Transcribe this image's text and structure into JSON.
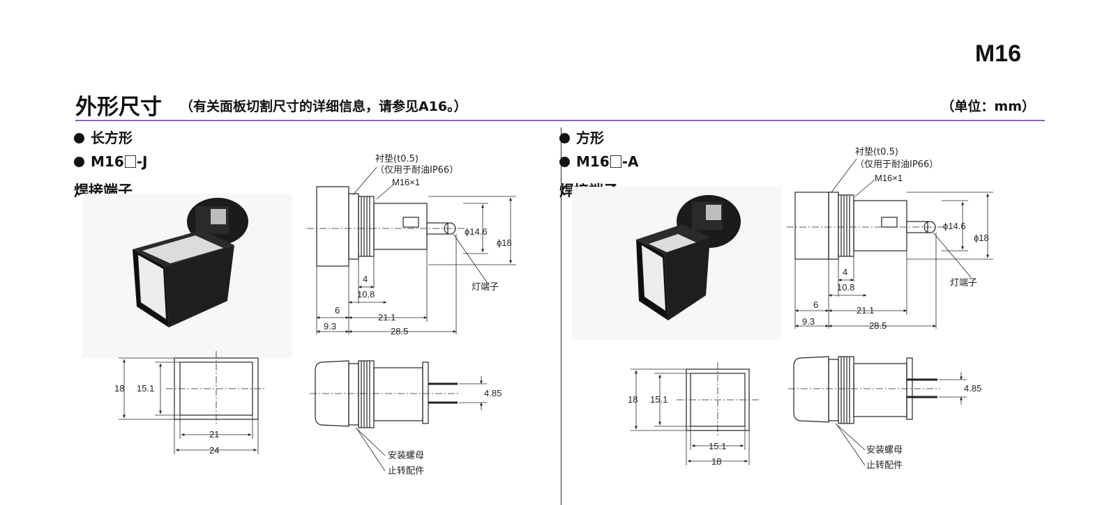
{
  "model": "M16",
  "section": {
    "title": "外形尺寸",
    "note": "（有关面板切割尺寸的详细信息，请参见A16。）",
    "unit": "（单位：mm）"
  },
  "left": {
    "shape": "长方形",
    "model_prefix": "M16",
    "model_suffix": "-J",
    "terminal": "焊接端子",
    "dims": {
      "d14_6": "ϕ14.6",
      "d18": "ϕ18",
      "d4": "4",
      "d10_8": "10.8",
      "d6": "6",
      "d21_1": "21.1",
      "d9_3": "9.3",
      "d28_5": "28.5",
      "front_h": "18",
      "front_h_inner": "15.1",
      "front_w_inner": "21",
      "front_w": "24",
      "pin_pitch": "4.85"
    }
  },
  "right": {
    "shape": "方形",
    "model_prefix": "M16",
    "model_suffix": "-A",
    "terminal": "焊接端子",
    "dims": {
      "d14_6": "ϕ14.6",
      "d18": "ϕ18",
      "d4": "4",
      "d10_8": "10.8",
      "d6": "6",
      "d21_1": "21.1",
      "d9_3": "9.3",
      "d28_5": "28.5",
      "front_h": "18",
      "front_h_inner": "15.1",
      "front_w_inner": "15.1",
      "front_w": "18",
      "pin_pitch": "4.85"
    }
  },
  "callouts": {
    "gasket": "衬垫(t0.5)",
    "gasket_note": "（仅用于耐油IP66）",
    "thread": "M16×1",
    "lamp_terminal": "灯端子",
    "nut": "安装螺母",
    "anti_rotation": "止转配件"
  }
}
